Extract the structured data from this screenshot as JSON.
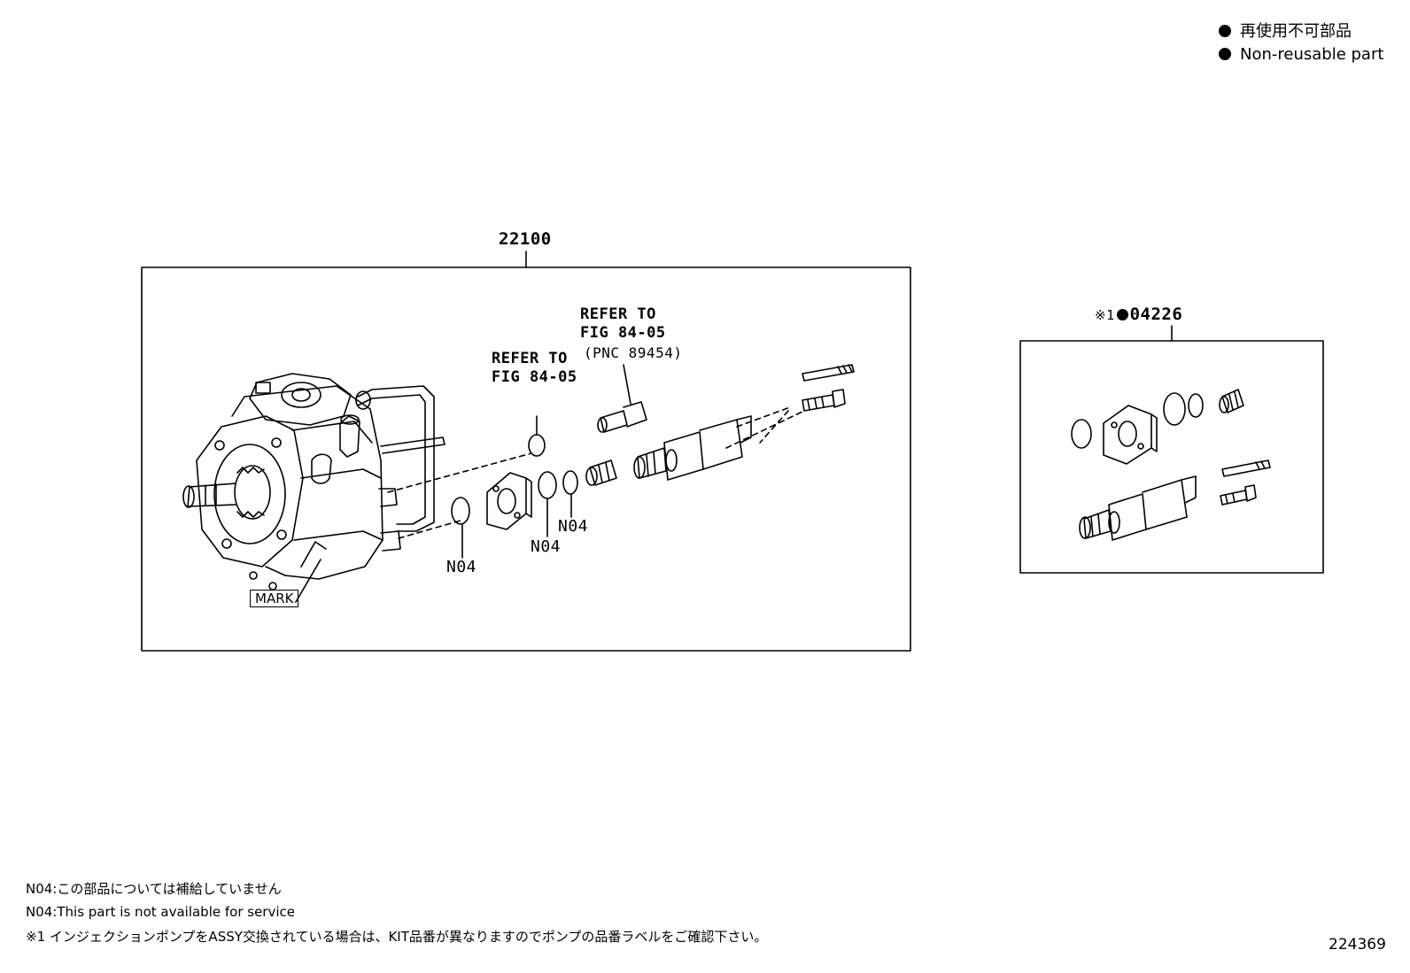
{
  "legend": {
    "non_reusable_ja": "再使用不可部品",
    "non_reusable_en": "Non-reusable part"
  },
  "assembly": {
    "part_number": "22100",
    "mark_label": "MARK",
    "refer_left_line1": "REFER TO",
    "refer_left_line2": "FIG 84-05",
    "refer_right_line1": "REFER TO",
    "refer_right_line2": "FIG 84-05",
    "refer_right_line3": "(PNC 89454)",
    "n04_a": "N04",
    "n04_b": "N04",
    "n04_c": "N04"
  },
  "kit": {
    "prefix": "※1",
    "part_number": "04226"
  },
  "notes": {
    "n04_ja": "N04:この部品については補給していません",
    "n04_en": "N04:This part is not available for service",
    "kit_note": "※1 インジェクションポンプをASSY交換されている場合は、KIT品番が異なりますのでポンプの品番ラベルをご確認下さい。"
  },
  "figure_id": "224369"
}
